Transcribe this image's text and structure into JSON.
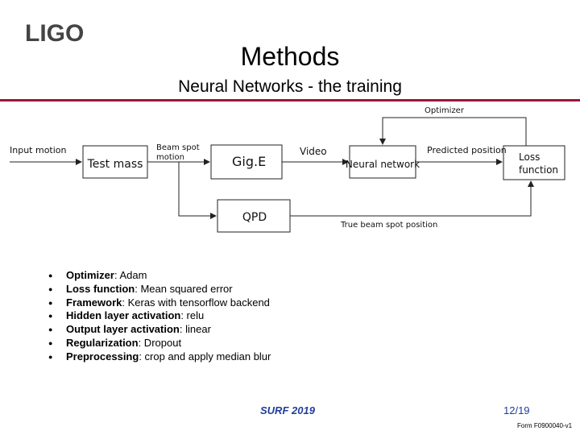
{
  "logo_text": "LIGO",
  "title": "Methods",
  "subtitle": "Neural Networks - the training",
  "diagram": {
    "input_motion": "Input motion",
    "test_mass": "Test mass",
    "beam_spot_line1": "Beam spot",
    "beam_spot_line2": "motion",
    "gige": "Gig.E",
    "video": "Video",
    "neural_network": "Neural network",
    "predicted_position": "Predicted position",
    "loss_line1": "Loss",
    "loss_line2": "function",
    "optimizer": "Optimizer",
    "qpd": "QPD",
    "true_beam": "True beam spot position"
  },
  "bullets": [
    {
      "label": "Optimizer",
      "value": ": Adam"
    },
    {
      "label": "Loss function",
      "value": ": Mean squared error"
    },
    {
      "label": "Framework",
      "value": ": Keras with tensorflow backend"
    },
    {
      "label": "Hidden layer activation",
      "value": ": relu"
    },
    {
      "label": "Output layer activation",
      "value": ": linear"
    },
    {
      "label": "Regularization",
      "value": ": Dropout"
    },
    {
      "label": "Preprocessing",
      "value": ": crop and apply median blur"
    }
  ],
  "footer": {
    "event": "SURF 2019",
    "page": "12/19",
    "form": "Form F0900040-v1"
  },
  "colors": {
    "rule": "#9a1538",
    "footer_text": "#1f3d9a"
  }
}
